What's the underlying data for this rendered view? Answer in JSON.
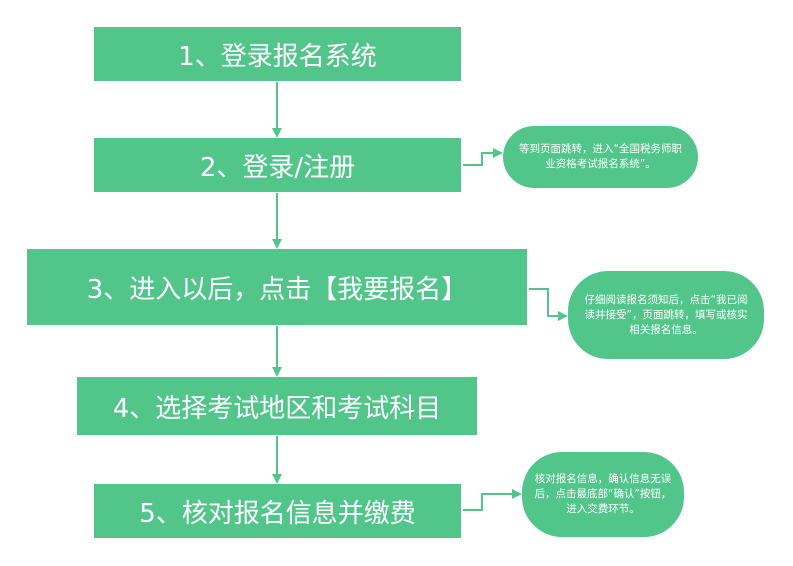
{
  "steps": [
    {
      "label": "1、登录报名系统"
    },
    {
      "label": "2、登录/注册"
    },
    {
      "label": "3、进入以后，点击【我要报名】"
    },
    {
      "label": "4、选择考试地区和考试科目"
    },
    {
      "label": "5、核对报名信息并缴费"
    }
  ],
  "notes": [
    {
      "text": "等到页面跳转，进入“全国税务师职业资格考试报名系统”。"
    },
    {
      "text": "仔细阅读报名须知后，点击“我已阅读并接受”，页面跳转，填写或核实相关报名信息。"
    },
    {
      "text": "核对报名信息，确认信息无误后，点击最底部“确认”按钮，进入交费环节。"
    }
  ],
  "colors": {
    "box": "#52c58b",
    "arrow": "#52c58b",
    "text": "#ffffff"
  }
}
